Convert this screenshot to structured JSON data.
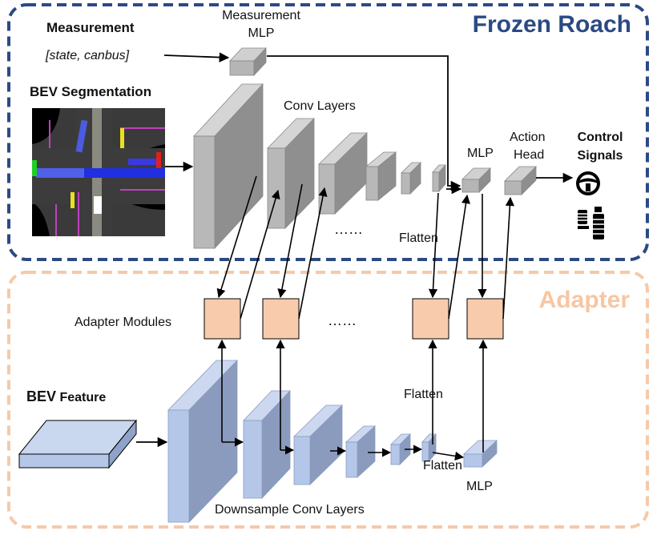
{
  "frozen": {
    "title": "Frozen Roach",
    "measurement_title": "Measurement",
    "measurement_input": "[state, canbus]",
    "measurement_mlp_line1": "Measurement",
    "measurement_mlp_line2": "MLP",
    "bev_segmentation": "BEV Segmentation",
    "conv_layers": "Conv Layers",
    "dots": "……",
    "flatten": "Flatten",
    "mlp": "MLP",
    "action_head_line1": "Action",
    "action_head_line2": "Head",
    "control_line1": "Control",
    "control_line2": "Signals"
  },
  "adapter": {
    "title": "Adapter",
    "modules_label": "Adapter Modules",
    "dots": "……",
    "bev_feature_bold": "BEV",
    "bev_feature_rest": " Feature",
    "flatten_upper": "Flatten",
    "flatten_lower": "Flatten",
    "mlp": "MLP",
    "downsample": "Downsample Conv Layers"
  },
  "colors": {
    "frozen_border": "#2b4a84",
    "adapter_border": "#f5c9a9",
    "adapter_title": "#f7c6a3",
    "adapter_module_fill": "#f8cbad",
    "gray_block": "#b8b8b8",
    "blue_block": "#b5c7e8"
  }
}
